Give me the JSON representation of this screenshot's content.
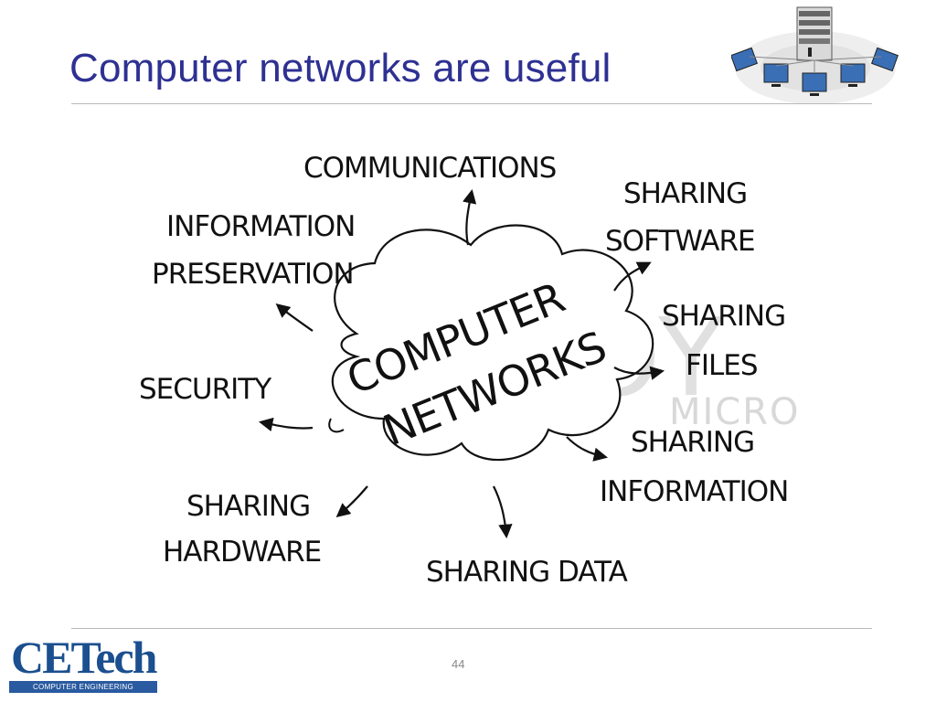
{
  "slide": {
    "title": "Computer networks are useful",
    "page_number": "44"
  },
  "diagram": {
    "center_line1": "COMPUTER",
    "center_line2": "NETWORKS",
    "labels": {
      "communications": "COMMUNICATIONS",
      "info_pres_line1": "INFORMATION",
      "info_pres_line2": "PRESERVATION",
      "sharing_software_line1": "SHARING",
      "sharing_software_line2": "SOFTWARE",
      "sharing_files_line1": "SHARING",
      "sharing_files_line2": "FILES",
      "security": "SECURITY",
      "sharing_information_line1": "SHARING",
      "sharing_information_line2": "INFORMATION",
      "sharing_hardware_line1": "SHARING",
      "sharing_hardware_line2": "HARDWARE",
      "sharing_data": "SHARING DATA"
    },
    "watermark": {
      "top": "YOY",
      "bottom": "MICRO"
    }
  },
  "logo": {
    "word": "CETech",
    "subtitle": "COMPUTER ENGINEERING TECHNOLOGY"
  },
  "colors": {
    "title": "#2e3192",
    "logo": "#1b4f8f",
    "rule": "#b8b8b8"
  }
}
